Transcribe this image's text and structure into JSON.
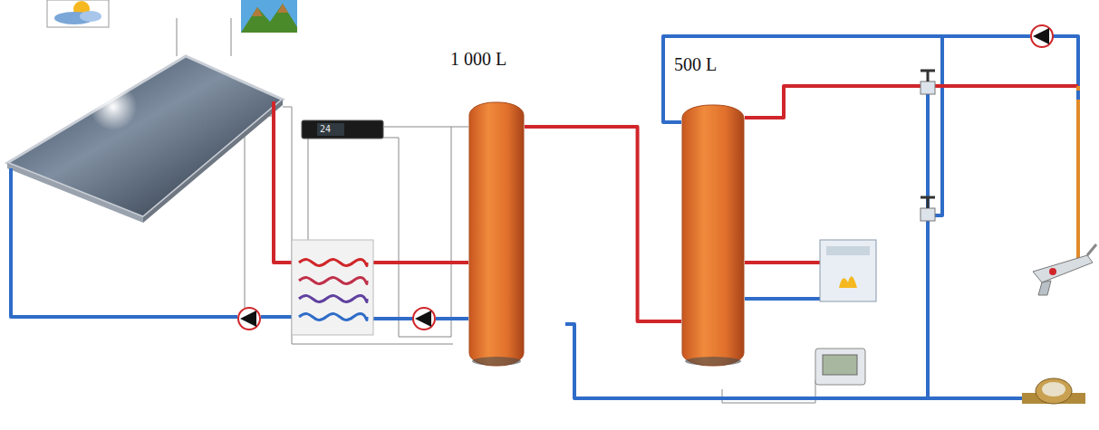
{
  "diagram": {
    "nodes": [
      {
        "text": [
          "1 000 L"
        ]
      },
      {
        "text": [
          "500 L"
        ]
      }
    ],
    "edges": [
      {
        "from": 0,
        "to": 1,
        "arrow": "none"
      }
    ],
    "labels": [
      "24"
    ]
  }
}
